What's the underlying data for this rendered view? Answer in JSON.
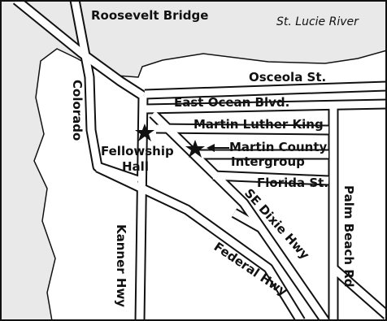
{
  "colors": {
    "frame": "#111111",
    "water": "#e9e9e9",
    "road_fill": "#ffffff",
    "road_edge": "#111111",
    "text": "#111111"
  },
  "labels": {
    "roosevelt_bridge": "Roosevelt Bridge",
    "st_lucie_river": "St. Lucie River",
    "colorado": "Colorado",
    "osceola": "Osceola St.",
    "east_ocean": "East Ocean Blvd.",
    "mlk": "Martin Luther King",
    "fellowship_hall_1": "Fellowship",
    "fellowship_hall_2": "Hall",
    "intergroup_1": "Martin County",
    "intergroup_2": "Intergroup",
    "florida": "Florida St.",
    "se_dixie": "SE Dixie Hwy",
    "palm_beach": "Palm Beach Rd",
    "kanner": "Kanner Hwy",
    "federal": "Federal Hwy"
  },
  "markers": [
    {
      "name": "fellowship-hall",
      "icon": "star-icon"
    },
    {
      "name": "martin-county-intergroup",
      "icon": "star-icon"
    }
  ]
}
